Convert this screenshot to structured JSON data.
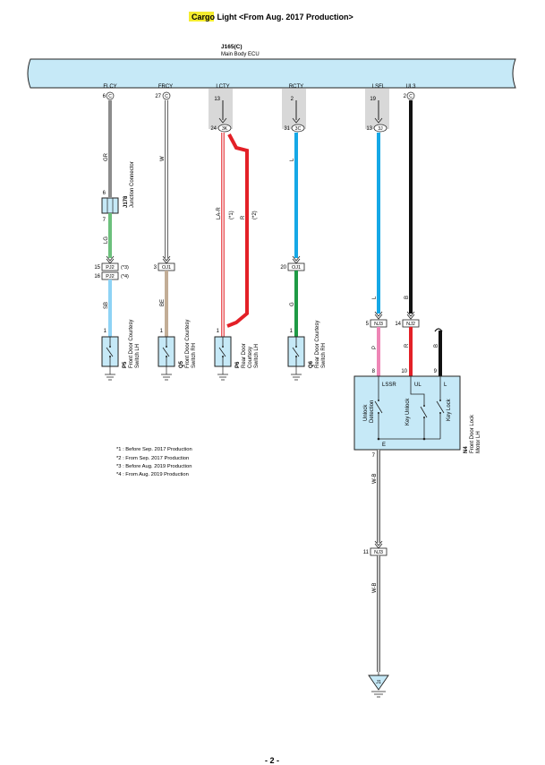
{
  "title": {
    "highlight": "Cargo",
    "rest": " Light <From Aug. 2017 Production>"
  },
  "ecu": {
    "code": "J165(C)",
    "name": "Main Body ECU"
  },
  "pins": [
    {
      "signal": "FLCY",
      "pin": "6",
      "conn": "C"
    },
    {
      "signal": "FRCY",
      "pin": "27",
      "conn": "C"
    },
    {
      "signal": "LCTY",
      "pin": "13",
      "conn": ""
    },
    {
      "signal": "RCTY",
      "pin": "2",
      "conn": ""
    },
    {
      "signal": "LSFL",
      "pin": "19",
      "conn": ""
    },
    {
      "signal": "UL3",
      "pin": "2",
      "conn": "C"
    }
  ],
  "connectors": {
    "c3k": {
      "pin": "24",
      "name": "3K"
    },
    "c3c": {
      "pin": "31",
      "name": "3C"
    },
    "c3j": {
      "pin": "13",
      "name": "3J"
    },
    "j178": {
      "pin_top": "6",
      "pin_bottom": "7",
      "code": "J178",
      "name": "Junction Connector"
    },
    "pj2a": {
      "pin": "15",
      "name": "PJ2",
      "note": "(*3)"
    },
    "pj2b": {
      "pin": "16",
      "name": "PJ2",
      "note": "(*4)"
    },
    "oj1a": {
      "pin": "3",
      "name": "OJ1"
    },
    "oj1b": {
      "pin": "20",
      "name": "OJ1"
    },
    "nj3a": {
      "pin": "5",
      "name": "NJ3"
    },
    "nj2": {
      "pin": "14",
      "name": "NJ2"
    },
    "nj3b": {
      "pin": "11",
      "name": "NJ3"
    }
  },
  "wires": {
    "gr": "GR",
    "w": "W",
    "lg": "LG",
    "sb": "SB",
    "be": "BE",
    "la_r": "LA-R",
    "r": "R",
    "star1": "(*1)",
    "star2": "(*2)",
    "l": "L",
    "g": "G",
    "p": "P",
    "b": "B",
    "w_b": "W-B"
  },
  "switches": [
    {
      "pin": "1",
      "code": "P5",
      "line1": "Front Door Courtesy",
      "line2": "Switch LH",
      "line3": ""
    },
    {
      "pin": "1",
      "code": "Q5",
      "line1": "Front Door Courtesy",
      "line2": "Switch RH",
      "line3": ""
    },
    {
      "pin": "1",
      "code": "P6",
      "line1": "Rear Door",
      "line2": "Courtesy",
      "line3": "Switch LH"
    },
    {
      "pin": "1",
      "code": "Q6",
      "line1": "Rear Door Courtesy",
      "line2": "Switch RH",
      "line3": ""
    }
  ],
  "motor": {
    "pin_lssr": "8",
    "pin_ul": "10",
    "pin_l": "9",
    "pin_e": "7",
    "lssr": "LSSR",
    "ul": "UL",
    "l": "L",
    "e": "E",
    "unlock_detection_1": "Unlock",
    "unlock_detection_2": "Detection",
    "key_unlock": "Key Unlock",
    "key_lock": "Key Lock",
    "code": "N4",
    "name1": "Front Door Lock",
    "name2": "Motor LH"
  },
  "ground": {
    "name": "J1"
  },
  "notes": [
    "*1 : Before Sep. 2017 Production",
    "*2 : From Sep. 2017 Production",
    "*3 : Before Aug. 2019 Production",
    "*4 : From Aug. 2019 Production"
  ],
  "page_number": "- 2 -",
  "colors": {
    "ecu_fill": "#c6e9f7",
    "gray": "#8c8c8c",
    "white": "#ffffff",
    "green_light": "#6cc07c",
    "sky": "#8ed3f5",
    "beige": "#c2ad96",
    "red": "#e32027",
    "blue": "#15a8e6",
    "green": "#1e9a45",
    "pink": "#ee86b6",
    "black": "#111111",
    "highlight": "#f4ec2f"
  }
}
